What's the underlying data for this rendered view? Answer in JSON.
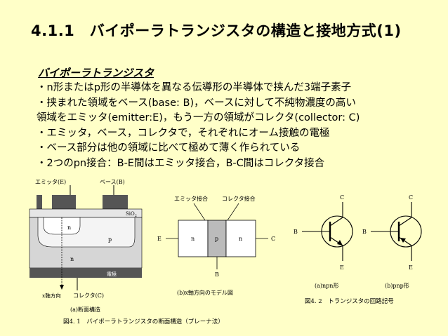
{
  "title": "4.1.1　バイポーラトランジスタの構造と接地方式(1)",
  "subhead": "バイポーラトランジスタ",
  "bullets": [
    "・n形またはp形の半導体を異なる伝導形の半導体で挟んだ3端子素子",
    "・挟まれた領域をベース(base:  B)，ベースに対して不純物濃度の高い",
    "領域をエミッタ(emitter:E)，もう一方の領域がコレクタ(collector:  C)",
    "・エミッタ，ベース，コレクタで，それぞれにオーム接触の電極",
    "・ベース部分は他の領域に比べて極めて薄く作られている",
    "・2つのpn接合：B-E間はエミッタ接合，B-C間はコレクタ接合"
  ],
  "fig_a": {
    "emitter_label": "エミッタ(E)",
    "base_label": "ベース(B)",
    "sio2": "SiO",
    "sio2_sub": "2",
    "n_emitter": "n",
    "p_base": "p",
    "n_collector": "n",
    "electrode": "電極",
    "x_axis": "x軸方向",
    "collector_label": "コレクタ(C)",
    "caption": "(a)断面構造"
  },
  "fig_b": {
    "emitter_junction": "エミッタ接合",
    "collector_junction": "コレクタ接合",
    "e": "E",
    "c": "C",
    "b": "B",
    "n1": "n",
    "p": "p",
    "n2": "n",
    "caption": "(b)x軸方向のモデル図"
  },
  "fig1_caption": "図4. 1　バイポーラトランジスタの断面構造（プレーナ法）",
  "symbols": {
    "npn": {
      "c": "C",
      "b": "B",
      "e": "E",
      "caption": "(a)npn形"
    },
    "pnp": {
      "c": "C",
      "b": "B",
      "e": "E",
      "caption": "(b)pnp形"
    },
    "caption": "図4. 2　トランジスタの回路記号"
  }
}
